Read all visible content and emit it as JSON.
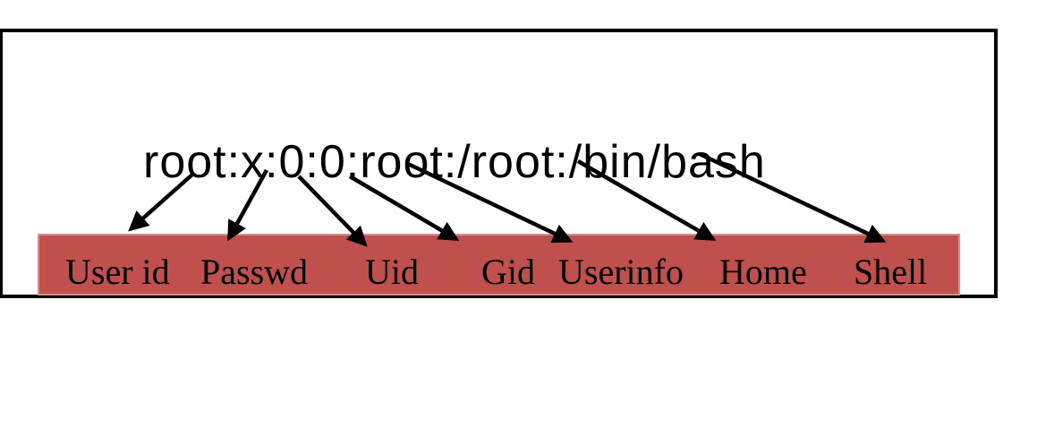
{
  "diagram": {
    "entry": "root:x:0:0:root:/root:/bin/bash",
    "fields": [
      {
        "label": "User id"
      },
      {
        "label": "Passwd"
      },
      {
        "label": "Uid"
      },
      {
        "label": "Gid"
      },
      {
        "label": "Userinfo"
      },
      {
        "label": "Home"
      },
      {
        "label": "Shell"
      }
    ],
    "colors": {
      "bar_fill": "#c0504d",
      "bar_edge": "#d3918e",
      "arrow": "#000000",
      "frame_border": "#000000"
    }
  }
}
